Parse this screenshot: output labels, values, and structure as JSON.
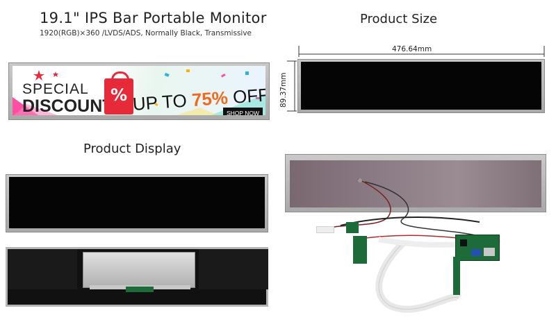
{
  "header": {
    "title": "19.1\" IPS Bar Portable Monitor",
    "subtitle": "1920(RGB)×360 /LVDS/ADS, Normally Black, Transmissive"
  },
  "banner": {
    "line1": "SPECIAL",
    "line2": "DISCOUNT",
    "bag_symbol": "%",
    "offer_prefix": "UP TO ",
    "offer_value": "75%",
    "offer_suffix": " OFF",
    "button": "SHOP NOW"
  },
  "size_section": {
    "heading": "Product Size",
    "width_label": "476.64mm",
    "height_label": "89.37mm"
  },
  "display_section": {
    "heading": "Product Display"
  },
  "colors": {
    "accent_red": "#e62a3a",
    "accent_orange": "#f06a1e",
    "panel_black": "#050505",
    "bezel_gray": "#b8b8b8"
  }
}
